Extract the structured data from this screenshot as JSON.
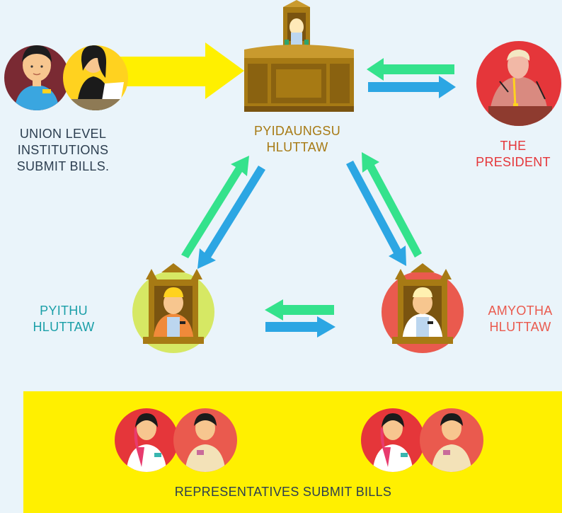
{
  "colors": {
    "background": "#eaf4fa",
    "arrow_green": "#34e28c",
    "arrow_blue": "#2ca6e3",
    "arrow_yellow": "#fff000",
    "panel_yellow": "#fff000",
    "gold": "#a77a14",
    "president_red": "#e5363a",
    "pyithu_teal": "#1a9fa8",
    "amyotha_salmon": "#ea5a4e"
  },
  "nodes": {
    "union": {
      "line1": "UNION LEVEL",
      "line2": "INSTITUTIONS",
      "line3": "SUBMIT BILLS."
    },
    "pyidaungsu": {
      "line1": "PYIDAUNGSU",
      "line2": "HLUTTAW"
    },
    "president": {
      "line1": "THE",
      "line2": "PRESIDENT"
    },
    "pyithu": {
      "line1": "PYITHU",
      "line2": "HLUTTAW"
    },
    "amyotha": {
      "line1": "AMYOTHA",
      "line2": "HLUTTAW"
    }
  },
  "representatives": {
    "label": "REPRESENTATIVES SUBMIT BILLS"
  }
}
